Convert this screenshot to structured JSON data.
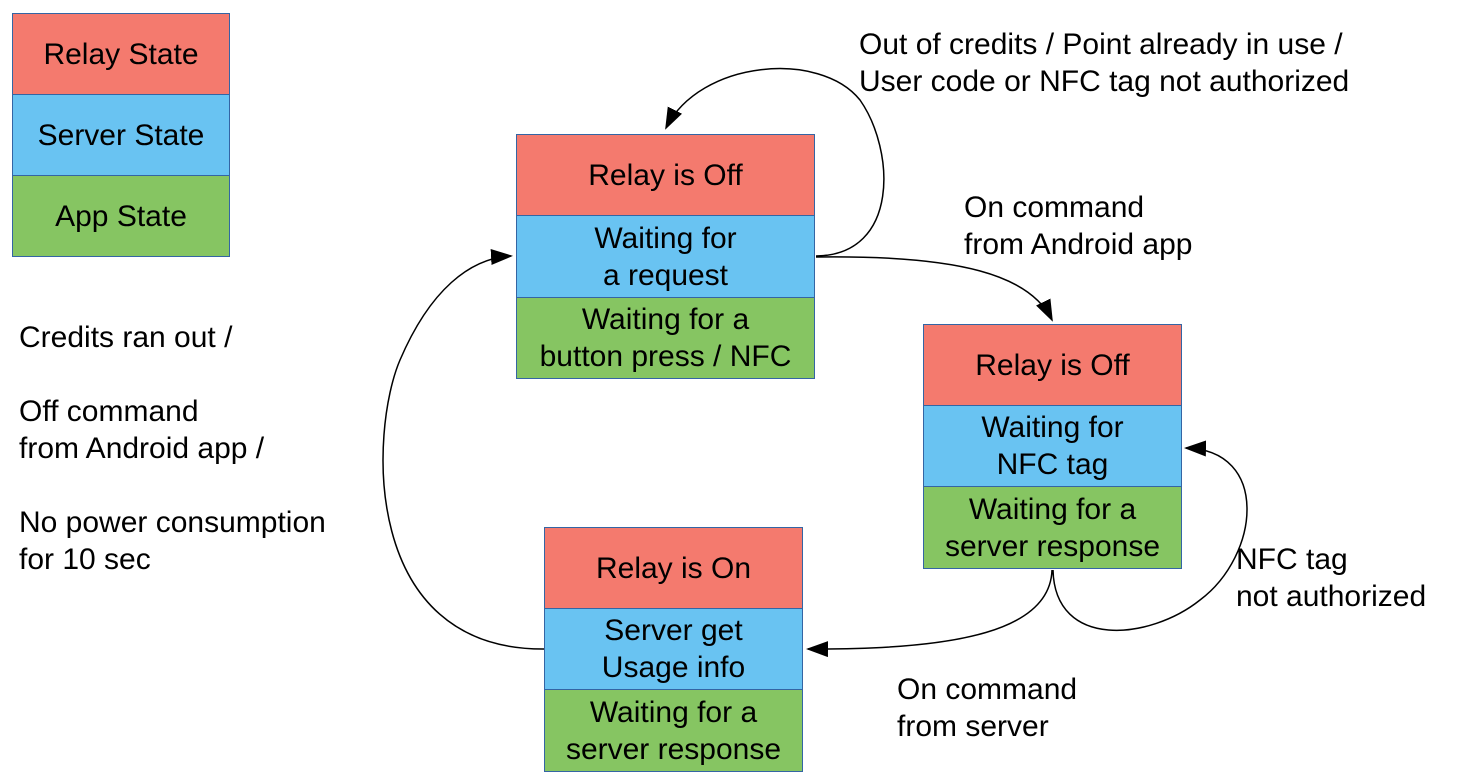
{
  "legend": {
    "relay": "Relay State",
    "server": "Server State",
    "app": "App State"
  },
  "state_a": {
    "relay": "Relay is Off",
    "server": "Waiting for\na request",
    "app": "Waiting for a\nbutton press / NFC"
  },
  "state_b": {
    "relay": "Relay is Off",
    "server": "Waiting for\nNFC tag",
    "app": "Waiting for a\nserver response"
  },
  "state_c": {
    "relay": "Relay is On",
    "server": "Server get\nUsage info",
    "app": "Waiting for a\nserver response"
  },
  "transitions": {
    "self_loop_a": "Out of credits / Point already in use /\nUser code or NFC tag not authorized",
    "a_to_b": "On command\nfrom Android app",
    "self_loop_b": "NFC tag\nnot authorized",
    "b_to_c": "On command\nfrom server",
    "c_to_a": "Credits ran out /\n\nOff command\nfrom Android app /\n\nNo power consumption\nfor 10 sec"
  },
  "colors": {
    "relay": "#f47a6e",
    "server": "#69c3f2",
    "app": "#86c562",
    "border": "#3465a4"
  }
}
